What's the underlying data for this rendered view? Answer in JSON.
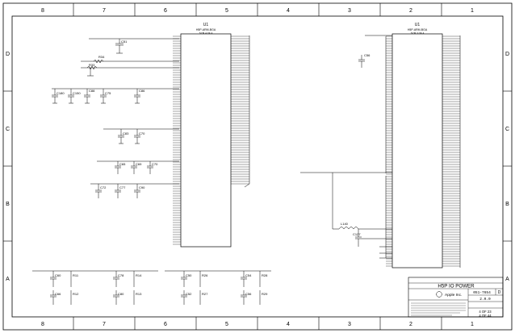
{
  "frame": {
    "columns_top": [
      "8",
      "7",
      "6",
      "5",
      "4",
      "3",
      "2",
      "1"
    ],
    "columns_bottom": [
      "8",
      "7",
      "6",
      "5",
      "4",
      "3",
      "2",
      "1"
    ],
    "rows_left": [
      "D",
      "C",
      "B",
      "A"
    ],
    "rows_right": [
      "D",
      "C",
      "B",
      "A"
    ]
  },
  "chips": {
    "u1_left": {
      "ref": "U1",
      "part": "H5P-ARM-BGA",
      "sub": "SYM 4 OF 4"
    },
    "u1_right": {
      "ref": "U1",
      "part": "H5P-ARM-BGA",
      "sub": "SYM 3 OF 4"
    }
  },
  "components": {
    "c51": "C51",
    "r34": "R34",
    "r33": "R33",
    "c180": "C180",
    "c150": "C150",
    "c88": "C88",
    "c75": "C75",
    "c86": "C86",
    "c83": "C83",
    "c70": "C70",
    "c65": "C65",
    "c69": "C69",
    "c72": "C72",
    "c77": "C77",
    "c90": "C90",
    "c60": "C60",
    "r11": "R11",
    "c66": "C66",
    "r12": "R12",
    "c78": "C78",
    "r14": "R14",
    "c80": "C80",
    "r13": "R13",
    "c50": "C50",
    "r26": "R26",
    "c52": "C52",
    "r27": "R27",
    "c54": "C54",
    "r28": "R28",
    "c56": "C56",
    "r29": "R29",
    "c56r": "C56",
    "l140": "L140",
    "c127": "C127"
  },
  "title_block": {
    "title": "H5P IO POWER",
    "company": "Apple Inc.",
    "drawing_number": "051-7654",
    "revision": "D",
    "version": "2.0.0",
    "sheet": "4 OF 23",
    "page": "4 OF 44"
  }
}
